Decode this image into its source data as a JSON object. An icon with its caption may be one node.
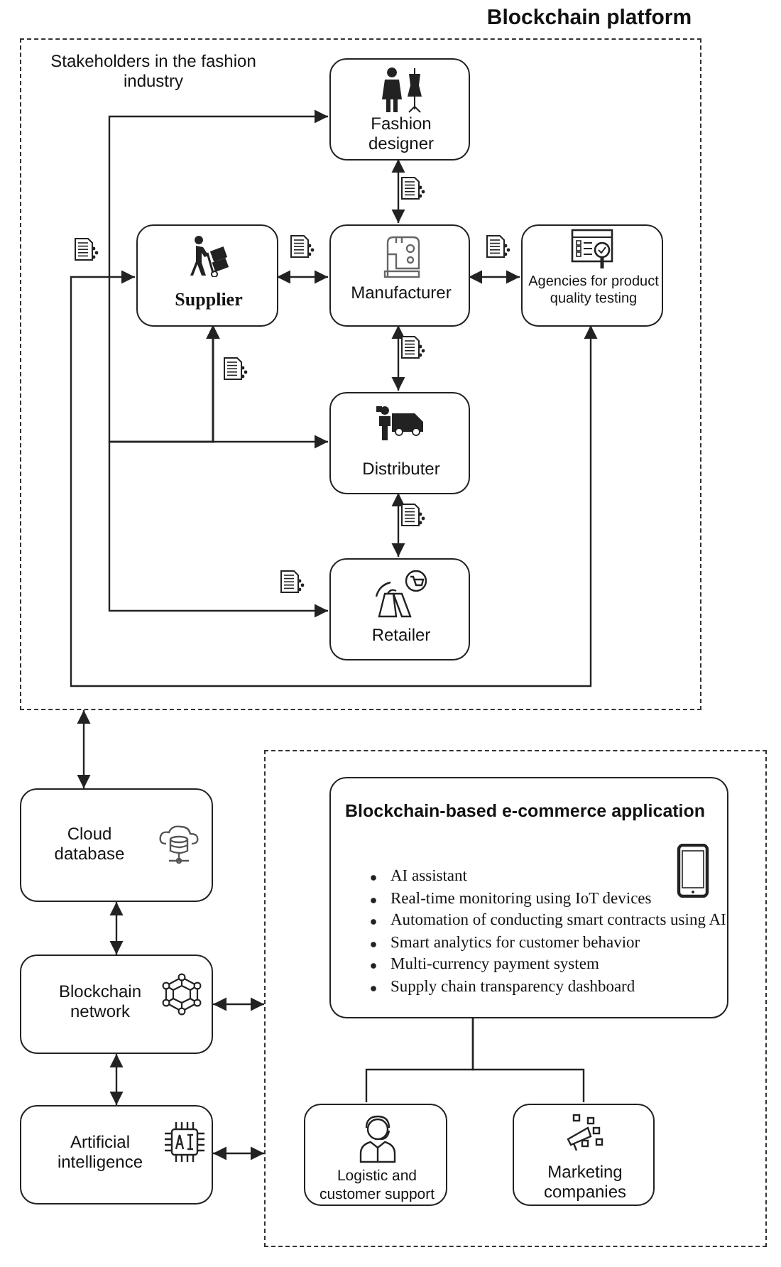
{
  "diagram": {
    "title": "Blockchain platform",
    "nodes": [
      {
        "text": [
          "Stakeholders in the fashion industry"
        ]
      },
      {
        "text": [
          "Fashion designer"
        ],
        "in": 0
      },
      {
        "text": [
          "Supplier"
        ],
        "in": 0
      },
      {
        "text": [
          "Manufacturer"
        ],
        "in": 0
      },
      {
        "text": [
          "Agencies for product quality testing"
        ],
        "in": 0
      },
      {
        "text": [
          "Distributer"
        ],
        "in": 0
      },
      {
        "text": [
          "Retailer"
        ],
        "in": 0
      },
      {
        "text": [
          "Cloud database"
        ]
      },
      {
        "text": [
          "Blockchain network"
        ]
      },
      {
        "text": [
          "Artificial intelligence"
        ]
      },
      {
        "text": [],
        "shape": "box"
      },
      {
        "text": [
          "Blockchain-based e-commerce application",
          "AI assistant",
          "Real-time monitoring using IoT devices",
          "Automation of conducting smart contracts using AI",
          "Smart analytics for customer behavior",
          "Multi-currency payment system",
          "Supply chain transparency dashboard"
        ],
        "in": 10
      },
      {
        "text": [
          "Logistic and customer support"
        ],
        "in": 10
      },
      {
        "text": [
          "Marketing companies"
        ],
        "in": 10
      }
    ],
    "edges": [
      {
        "from": 1,
        "to": 3,
        "arrow": "both"
      },
      {
        "from": 2,
        "to": 3,
        "arrow": "both"
      },
      {
        "from": 3,
        "to": 4,
        "arrow": "both"
      },
      {
        "from": 3,
        "to": 5,
        "arrow": "both"
      },
      {
        "from": 5,
        "to": 6,
        "arrow": "both"
      },
      {
        "from": 2,
        "to": 1,
        "arrow": "both"
      },
      {
        "from": 2,
        "to": 5,
        "arrow": "both"
      },
      {
        "from": 2,
        "to": 6,
        "arrow": "both"
      },
      {
        "from": 2,
        "to": 4,
        "arrow": "both"
      },
      {
        "from": 0,
        "to": 7,
        "arrow": "both"
      },
      {
        "from": 7,
        "to": 8,
        "arrow": "both"
      },
      {
        "from": 8,
        "to": 10,
        "arrow": "both"
      },
      {
        "from": 9,
        "to": 10,
        "arrow": "both"
      },
      {
        "from": 8,
        "to": 9,
        "arrow": "both"
      },
      {
        "from": 11,
        "to": 12,
        "arrow": "none"
      },
      {
        "from": 11,
        "to": 13,
        "arrow": "none"
      }
    ]
  }
}
